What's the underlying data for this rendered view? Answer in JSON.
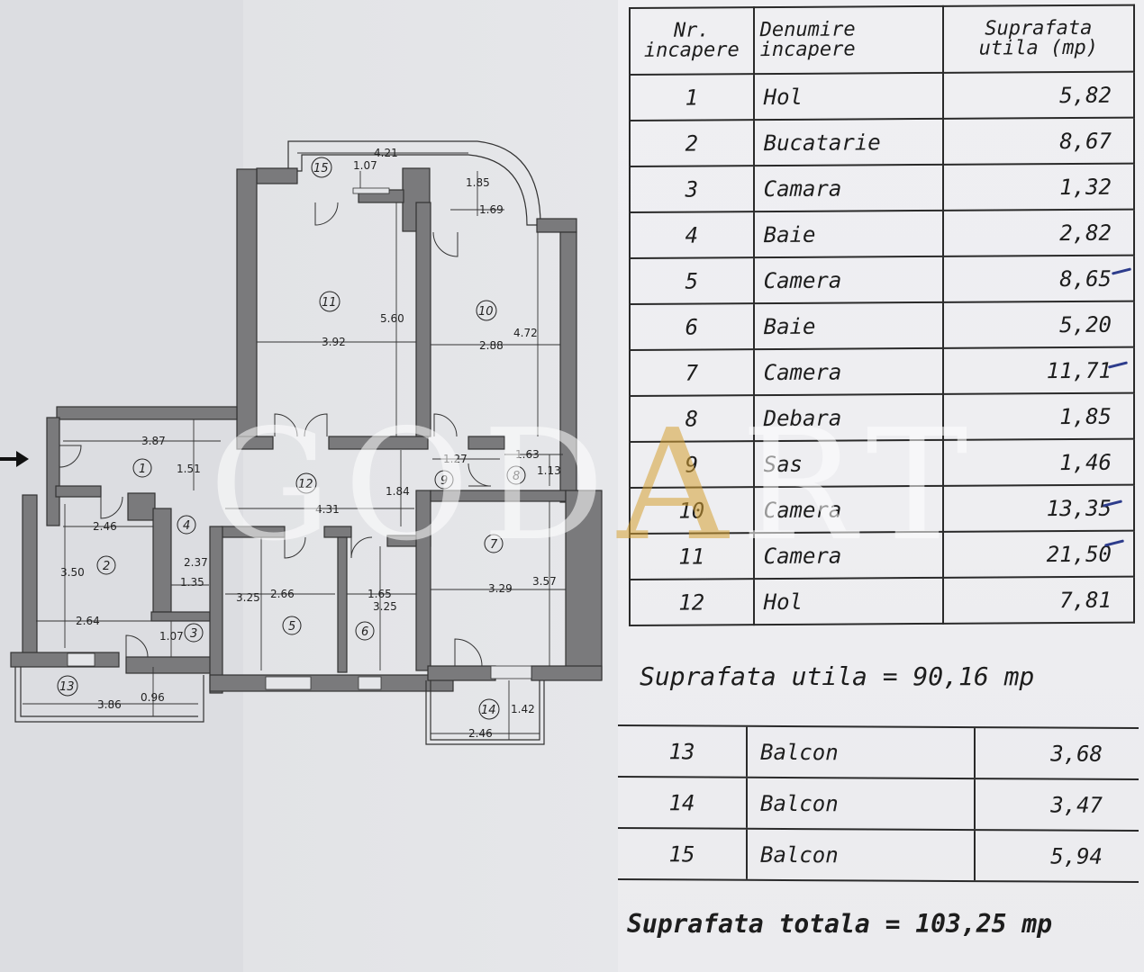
{
  "plan": {
    "dimensions": {
      "d_421": "4.21",
      "d_107a": "1.07",
      "d_185": "1.85",
      "d_169": "1.69",
      "d_560": "5.60",
      "d_392": "3.92",
      "d_288": "2.88",
      "d_472": "4.72",
      "d_387": "3.87",
      "d_151": "1.51",
      "d_127": "1.27",
      "d_163": "1.63",
      "d_113": "1.13",
      "d_184": "1.84",
      "d_431": "4.31",
      "d_246a": "2.46",
      "d_350": "3.50",
      "d_237": "2.37",
      "d_135": "1.35",
      "d_264": "2.64",
      "d_107b": "1.07",
      "d_325a": "3.25",
      "d_266": "2.66",
      "d_165": "1.65",
      "d_325b": "3.25",
      "d_329": "3.29",
      "d_357": "3.57",
      "d_386": "3.86",
      "d_096": "0.96",
      "d_142": "1.42",
      "d_246b": "2.46"
    },
    "room_labels": {
      "r1": "1",
      "r2": "2",
      "r3": "3",
      "r4": "4",
      "r5": "5",
      "r6": "6",
      "r7": "7",
      "r8": "8",
      "r9": "9",
      "r10": "10",
      "r11": "11",
      "r12": "12",
      "r13": "13",
      "r14": "14",
      "r15": "15"
    }
  },
  "table": {
    "headers": {
      "nr_line1": "Nr.",
      "nr_line2": "incapere",
      "name_line1": "Denumire",
      "name_line2": "incapere",
      "area_line1": "Suprafata",
      "area_line2": "utila (mp)"
    },
    "rows": [
      {
        "nr": "1",
        "name": "Hol",
        "area": "5,82"
      },
      {
        "nr": "2",
        "name": "Bucatarie",
        "area": "8,67"
      },
      {
        "nr": "3",
        "name": "Camara",
        "area": "1,32"
      },
      {
        "nr": "4",
        "name": "Baie",
        "area": "2,82"
      },
      {
        "nr": "5",
        "name": "Camera",
        "area": "8,65"
      },
      {
        "nr": "6",
        "name": "Baie",
        "area": "5,20"
      },
      {
        "nr": "7",
        "name": "Camera",
        "area": "11,71"
      },
      {
        "nr": "8",
        "name": "Debara",
        "area": "1,85"
      },
      {
        "nr": "9",
        "name": "Sas",
        "area": "1,46"
      },
      {
        "nr": "10",
        "name": "Camera",
        "area": "13,35"
      },
      {
        "nr": "11",
        "name": "Camera",
        "area": "21,50"
      },
      {
        "nr": "12",
        "name": "Hol",
        "area": "7,81"
      }
    ],
    "useful_area": "Suprafata  utila  =  90,16  mp",
    "balconies": [
      {
        "nr": "13",
        "name": "Balcon",
        "area": "3,68"
      },
      {
        "nr": "14",
        "name": "Balcon",
        "area": "3,47"
      },
      {
        "nr": "15",
        "name": "Balcon",
        "area": "5,94"
      }
    ],
    "total_area": "Suprafata  totala  =  103,25  mp"
  },
  "watermark": {
    "left": "GOD",
    "accent": "A",
    "right": "RT"
  }
}
